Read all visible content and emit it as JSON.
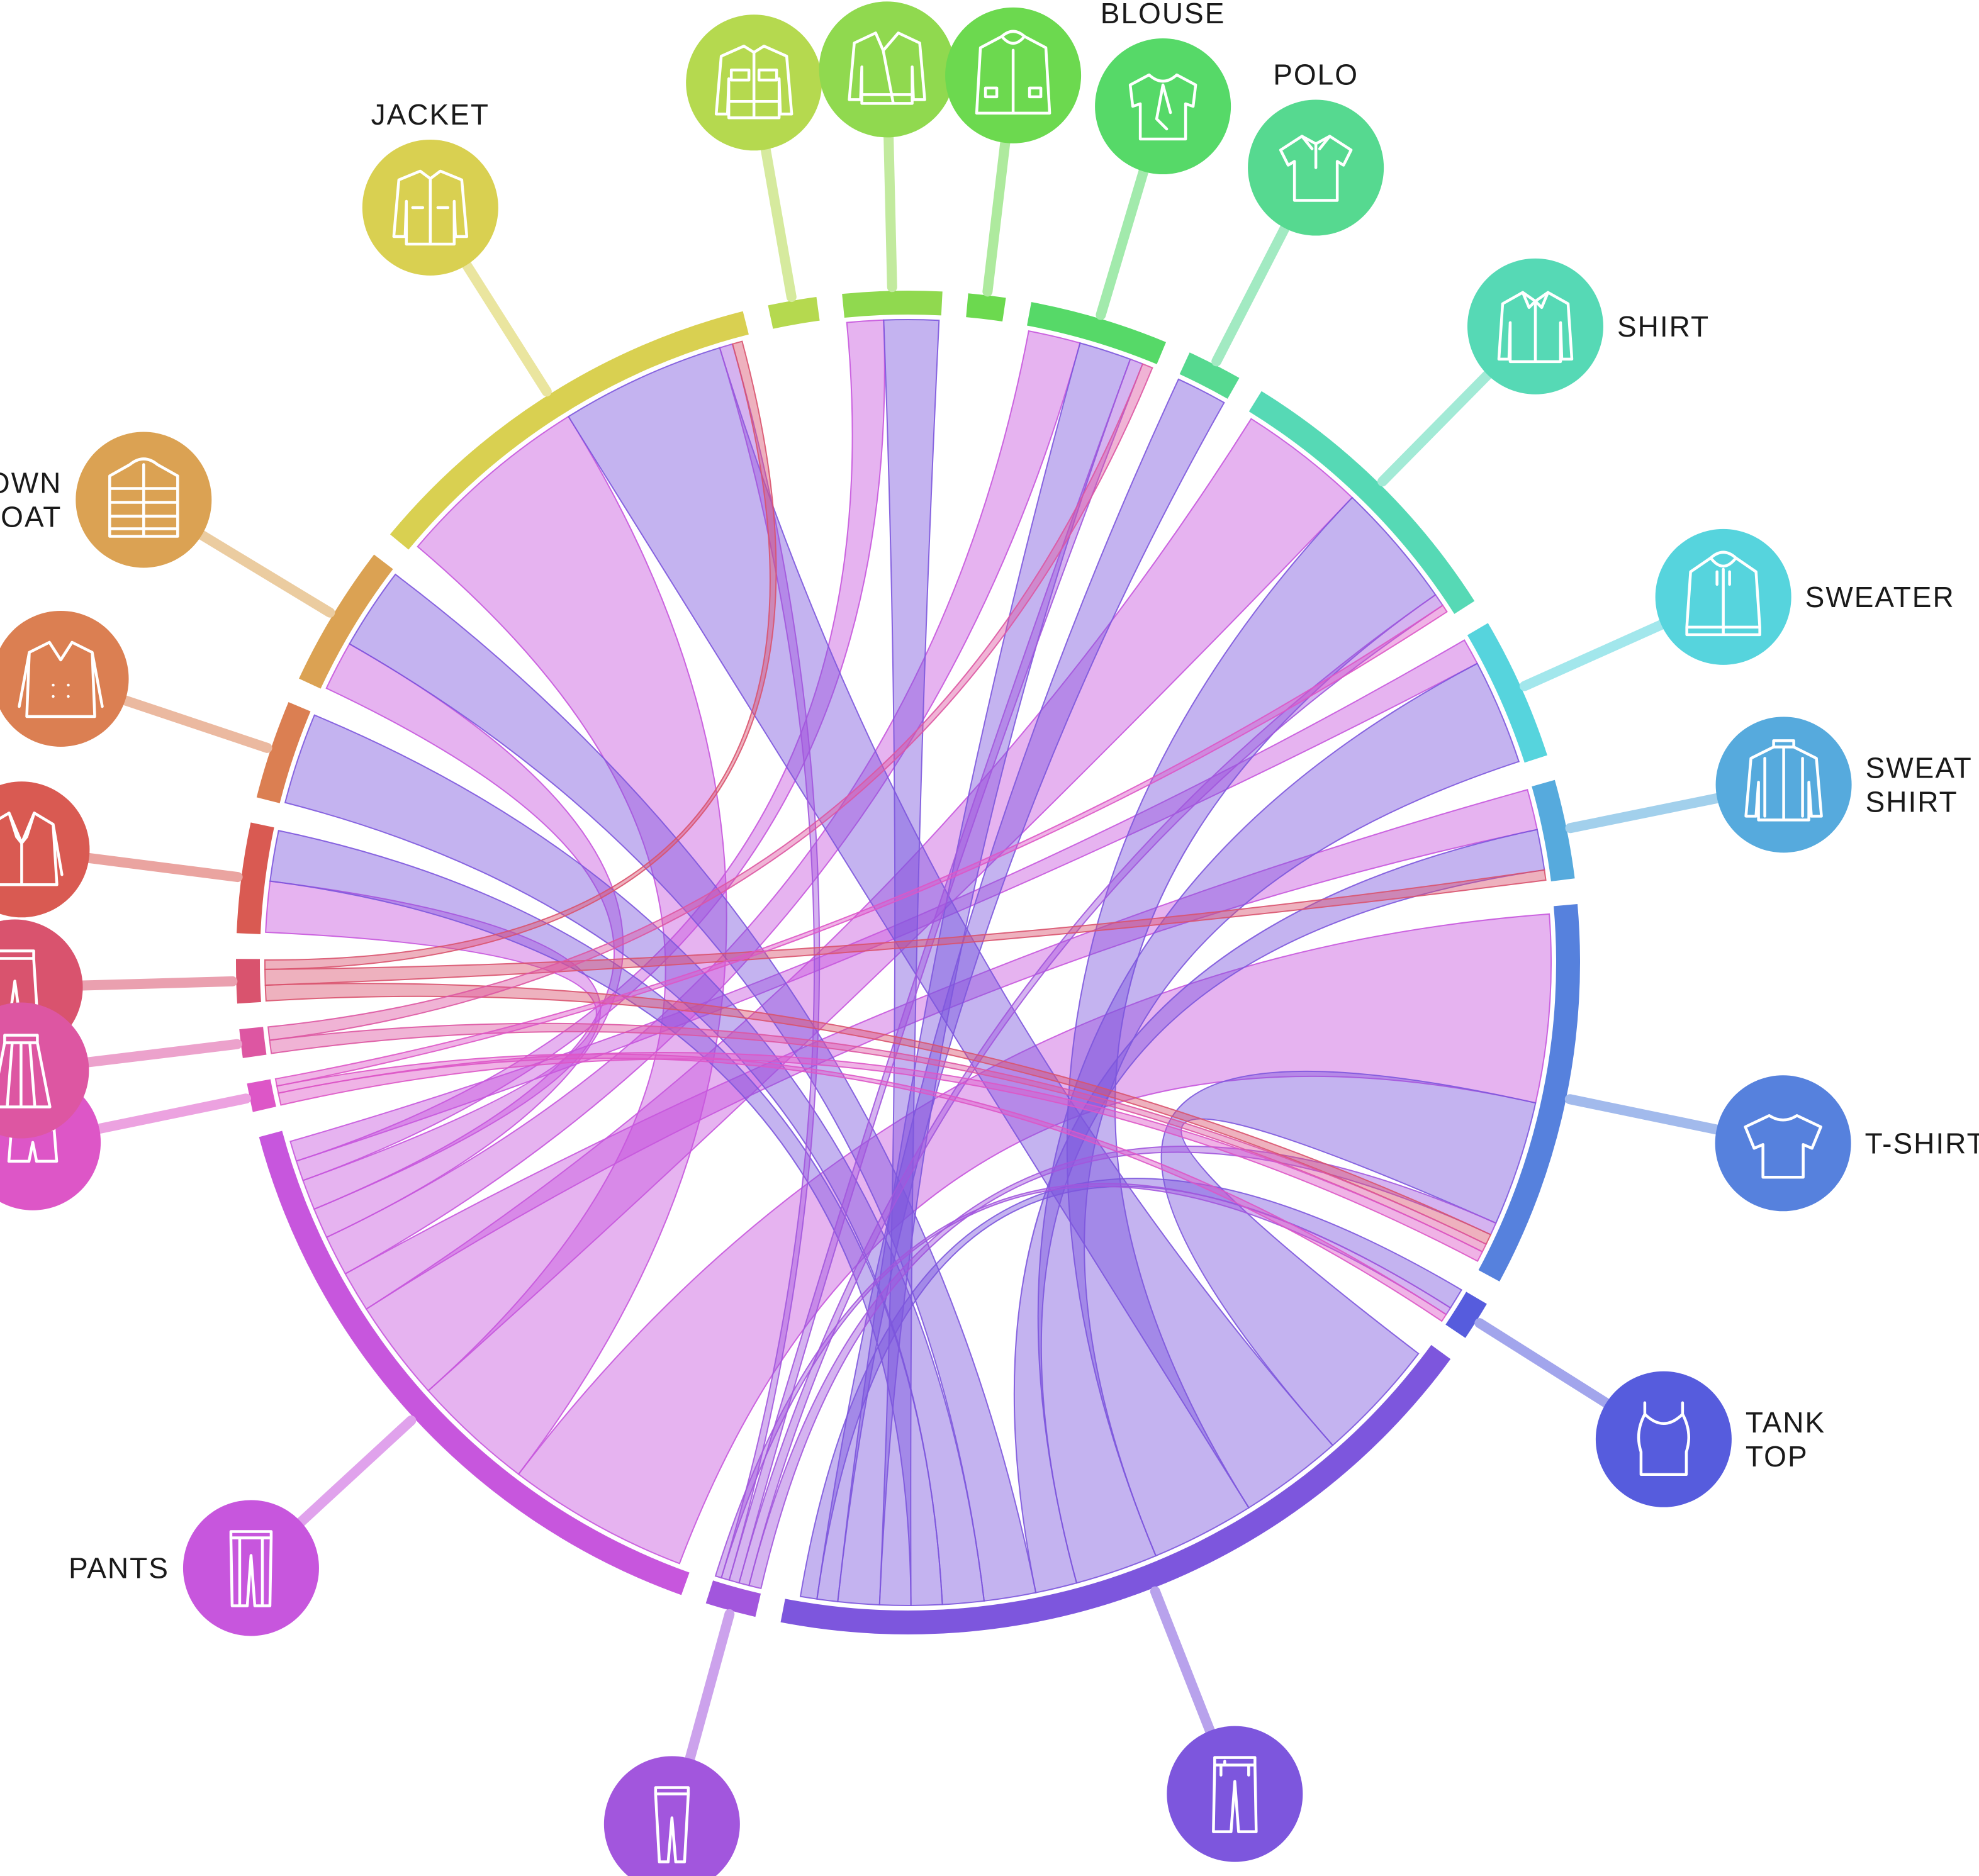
{
  "chart_data": {
    "type": "chord",
    "title": "",
    "categories": [
      {
        "id": "sweat-pants",
        "label": [
          "SWEAT",
          "PANTS"
        ],
        "color": "#d9536e",
        "icon": "sweatpants-icon",
        "weight": 2
      },
      {
        "id": "blazer",
        "label": [
          "BLAZER"
        ],
        "color": "#d95a52",
        "icon": "blazer-icon",
        "weight": 5
      },
      {
        "id": "coat",
        "label": [
          "COAT"
        ],
        "color": "#db7f52",
        "icon": "coat-icon",
        "weight": 4.5
      },
      {
        "id": "down-coat",
        "label": [
          "DOWN",
          "COAT"
        ],
        "color": "#dba253",
        "icon": "down-coat-icon",
        "weight": 6.5
      },
      {
        "id": "jacket",
        "label": [
          "JACKET"
        ],
        "color": "#d9d051",
        "icon": "jacket-icon",
        "weight": 19
      },
      {
        "id": "jeans-jacket",
        "label": [
          "JEANS",
          "JACKET"
        ],
        "color": "#b5d94f",
        "icon": "jeans-jacket-icon",
        "weight": 2.2
      },
      {
        "id": "leather-jacket",
        "label": [
          "LEATHER",
          "JACKET"
        ],
        "color": "#90d94f",
        "icon": "leather-jacket-icon",
        "weight": 4.5
      },
      {
        "id": "rain-coat",
        "label": [
          "RAIN",
          "COAT"
        ],
        "color": "#6cd94f",
        "icon": "rain-coat-icon",
        "weight": 1.7
      },
      {
        "id": "blouse",
        "label": [
          "BLOUSE"
        ],
        "color": "#56d968",
        "icon": "blouse-icon",
        "weight": 6.3
      },
      {
        "id": "polo",
        "label": [
          "POLO"
        ],
        "color": "#56d990",
        "icon": "polo-icon",
        "weight": 2.5
      },
      {
        "id": "shirt",
        "label": [
          "SHIRT"
        ],
        "color": "#56d9b5",
        "icon": "shirt-icon",
        "weight": 13.5
      },
      {
        "id": "sweater",
        "label": [
          "SWEATER"
        ],
        "color": "#56d4dd",
        "icon": "sweater-icon",
        "weight": 6.5
      },
      {
        "id": "sweat-shirt",
        "label": [
          "SWEAT",
          "SHIRT"
        ],
        "color": "#56aadd",
        "icon": "sweat-shirt-icon",
        "weight": 4.5
      },
      {
        "id": "t-shirt",
        "label": [
          "T-SHIRT"
        ],
        "color": "#5681dd",
        "icon": "t-shirt-icon",
        "weight": 17.5
      },
      {
        "id": "tank-top",
        "label": [
          "TANK",
          "TOP"
        ],
        "color": "#565cdd",
        "icon": "tank-top-icon",
        "weight": 1.8
      },
      {
        "id": "long-jeans",
        "label": [
          "LONG",
          "JEANS"
        ],
        "color": "#7d56dd",
        "icon": "long-jeans-icon",
        "weight": 34
      },
      {
        "id": "leggings",
        "label": [
          "LEGGINGS"
        ],
        "color": "#a256dd",
        "icon": "leggings-icon",
        "weight": 2.3
      },
      {
        "id": "pants",
        "label": [
          "PANTS"
        ],
        "color": "#c756dd",
        "icon": "pants-icon",
        "weight": 29
      },
      {
        "id": "shorts",
        "label": [
          "SHORTS"
        ],
        "color": "#dd56c7",
        "icon": "shorts-icon",
        "weight": 1.3
      },
      {
        "id": "long-skirt",
        "label": [
          "LONG",
          "SKIRT"
        ],
        "color": "#dd56a2",
        "icon": "long-skirt-icon",
        "weight": 1.3
      }
    ],
    "links": [
      {
        "source": "pants",
        "target": "t-shirt",
        "value": 9
      },
      {
        "source": "pants",
        "target": "jacket",
        "value": 6
      },
      {
        "source": "pants",
        "target": "shirt",
        "value": 5
      },
      {
        "source": "pants",
        "target": "sweat-shirt",
        "value": 2
      },
      {
        "source": "pants",
        "target": "blouse",
        "value": 2
      },
      {
        "source": "pants",
        "target": "down-coat",
        "value": 1.5
      },
      {
        "source": "pants",
        "target": "blazer",
        "value": 1.5
      },
      {
        "source": "pants",
        "target": "leather-jacket",
        "value": 1
      },
      {
        "source": "pants",
        "target": "sweater",
        "value": 1
      },
      {
        "source": "long-jeans",
        "target": "t-shirt",
        "value": 6
      },
      {
        "source": "long-jeans",
        "target": "jacket",
        "value": 5
      },
      {
        "source": "long-jeans",
        "target": "shirt",
        "value": 5
      },
      {
        "source": "long-jeans",
        "target": "sweater",
        "value": 4
      },
      {
        "source": "long-jeans",
        "target": "sweat-shirt",
        "value": 2
      },
      {
        "source": "long-jeans",
        "target": "down-coat",
        "value": 2.5
      },
      {
        "source": "long-jeans",
        "target": "coat",
        "value": 2
      },
      {
        "source": "long-jeans",
        "target": "blazer",
        "value": 1.5
      },
      {
        "source": "long-jeans",
        "target": "leather-jacket",
        "value": 1.5
      },
      {
        "source": "long-jeans",
        "target": "blouse",
        "value": 2
      },
      {
        "source": "long-jeans",
        "target": "polo",
        "value": 1
      },
      {
        "source": "long-jeans",
        "target": "tank-top",
        "value": 0.8
      },
      {
        "source": "leggings",
        "target": "t-shirt",
        "value": 0.6
      },
      {
        "source": "leggings",
        "target": "shirt",
        "value": 0.5
      },
      {
        "source": "leggings",
        "target": "blouse",
        "value": 0.5
      },
      {
        "source": "leggings",
        "target": "jacket",
        "value": 0.4
      },
      {
        "source": "leggings",
        "target": "tank-top",
        "value": 0.3
      },
      {
        "source": "sweat-pants",
        "target": "t-shirt",
        "value": 0.5
      },
      {
        "source": "sweat-pants",
        "target": "sweat-shirt",
        "value": 0.5
      },
      {
        "source": "sweat-pants",
        "target": "jacket",
        "value": 0.3
      },
      {
        "source": "long-skirt",
        "target": "t-shirt",
        "value": 0.4
      },
      {
        "source": "long-skirt",
        "target": "blouse",
        "value": 0.4
      },
      {
        "source": "shorts",
        "target": "t-shirt",
        "value": 0.5
      },
      {
        "source": "shorts",
        "target": "tank-top",
        "value": 0.3
      },
      {
        "source": "shorts",
        "target": "shirt",
        "value": 0.3
      }
    ]
  }
}
